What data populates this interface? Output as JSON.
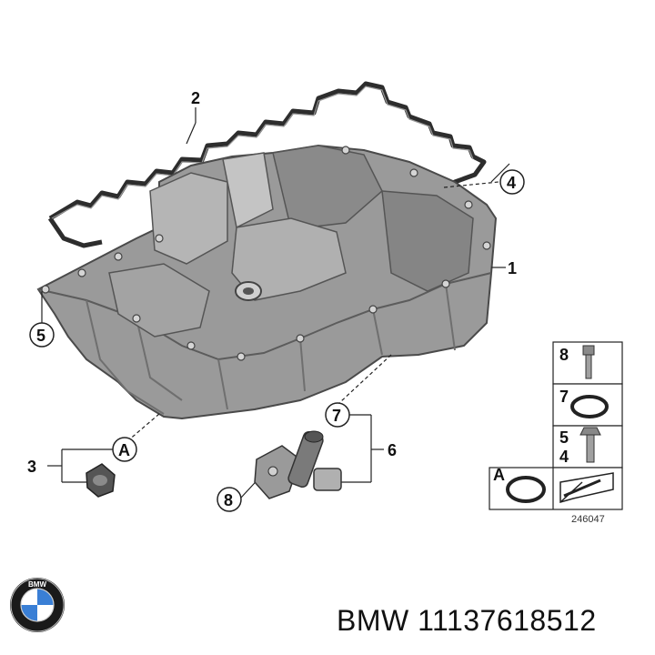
{
  "callouts": {
    "c1": "1",
    "c2": "2",
    "c3": "3",
    "c4": "4",
    "c5": "5",
    "c6": "6",
    "c7": "7",
    "c8": "8",
    "cA": "A"
  },
  "legend": {
    "row1_number": "8",
    "row2_number": "7",
    "row3_number_top": "5",
    "row3_number_bottom": "4",
    "row4_letter": "A",
    "reference_number": "246047"
  },
  "brand": {
    "logo_icon": "bmw-roundel-logo",
    "logo_letters": "BMW",
    "part_label": "BMW 11137618512"
  },
  "colors": {
    "pan_fill": "#9a9a9a",
    "pan_dark": "#6f6f6f",
    "pan_light": "#c4c4c4",
    "gasket": "#2d2d2d",
    "logo_blue": "#3a7fd5",
    "logo_black": "#1a1a1a"
  }
}
